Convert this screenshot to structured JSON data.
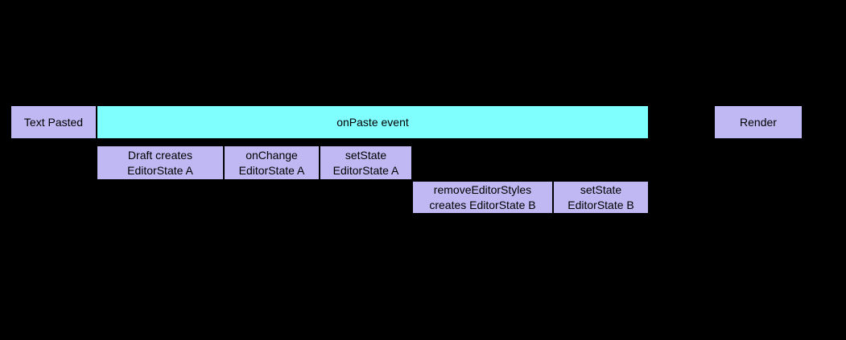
{
  "diagram": {
    "type": "timeline-flow",
    "background_color": "#000000",
    "colors": {
      "box_fill_purple": "#bfb8f2",
      "box_fill_cyan": "#80ffff",
      "box_border": "#000000",
      "text": "#000000"
    },
    "row1": {
      "text_pasted": {
        "label": "Text Pasted"
      },
      "onpaste_event": {
        "label": "onPaste event"
      },
      "render": {
        "label": "Render"
      }
    },
    "row2": {
      "draft_creates": {
        "line1": "Draft creates",
        "line2": "EditorState A"
      },
      "onchange": {
        "line1": "onChange",
        "line2": "EditorState A"
      },
      "setstate_a": {
        "line1": "setState",
        "line2": "EditorState A"
      }
    },
    "row3": {
      "remove_editor_styles": {
        "line1": "removeEditorStyles",
        "line2": "creates EditorState B"
      },
      "setstate_b": {
        "line1": "setState",
        "line2": "EditorState B"
      }
    }
  }
}
